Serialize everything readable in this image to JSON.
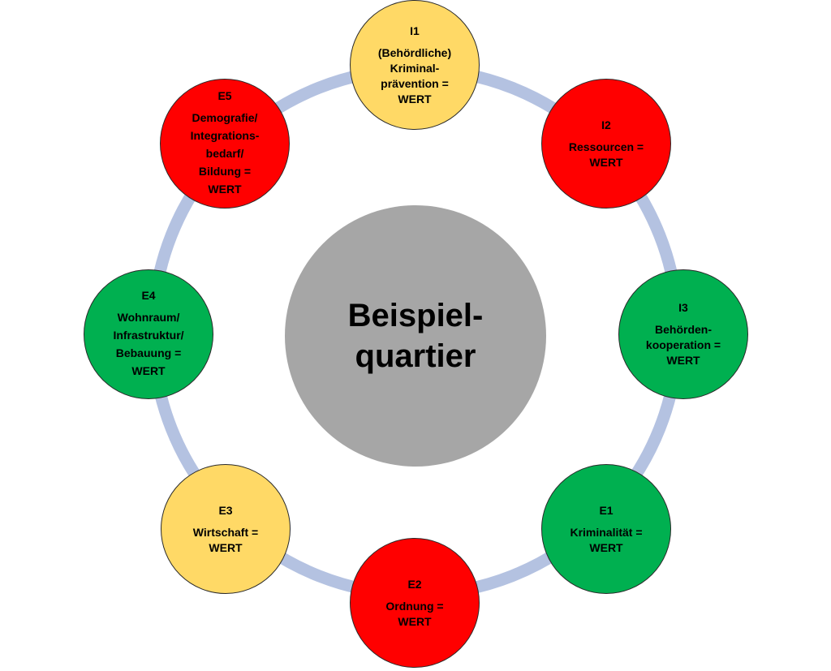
{
  "center": {
    "lines": [
      "Beispiel-",
      "quartier"
    ],
    "color": "#a6a6a6"
  },
  "ring_color": "#b4c2e1",
  "nodes": [
    {
      "key": "i1",
      "id": "I1",
      "status": "yellow",
      "lines": [
        "(Behördliche)",
        "Kriminal-",
        "prävention =",
        "WERT"
      ]
    },
    {
      "key": "i2",
      "id": "I2",
      "status": "red",
      "lines": [
        "Ressourcen =",
        "WERT"
      ]
    },
    {
      "key": "i3",
      "id": "I3",
      "status": "green",
      "lines": [
        "Behörden-",
        "kooperation =",
        "WERT"
      ]
    },
    {
      "key": "e1",
      "id": "E1",
      "status": "green",
      "lines": [
        "Kriminalität =",
        "WERT"
      ]
    },
    {
      "key": "e2",
      "id": "E2",
      "status": "red",
      "lines": [
        "Ordnung =",
        "WERT"
      ]
    },
    {
      "key": "e3",
      "id": "E3",
      "status": "yellow",
      "lines": [
        "Wirtschaft =",
        "WERT"
      ]
    },
    {
      "key": "e4",
      "id": "E4",
      "status": "green",
      "lines": [
        "Wohnraum/",
        "Infrastruktur/",
        "Bebauung =",
        "WERT"
      ]
    },
    {
      "key": "e5",
      "id": "E5",
      "status": "red",
      "lines": [
        "Demografie/",
        "Integrations-",
        "bedarf/",
        "Bildung =",
        "WERT"
      ]
    }
  ],
  "colors": {
    "yellow": "#ffd966",
    "red": "#ff0000",
    "green": "#00b050"
  }
}
